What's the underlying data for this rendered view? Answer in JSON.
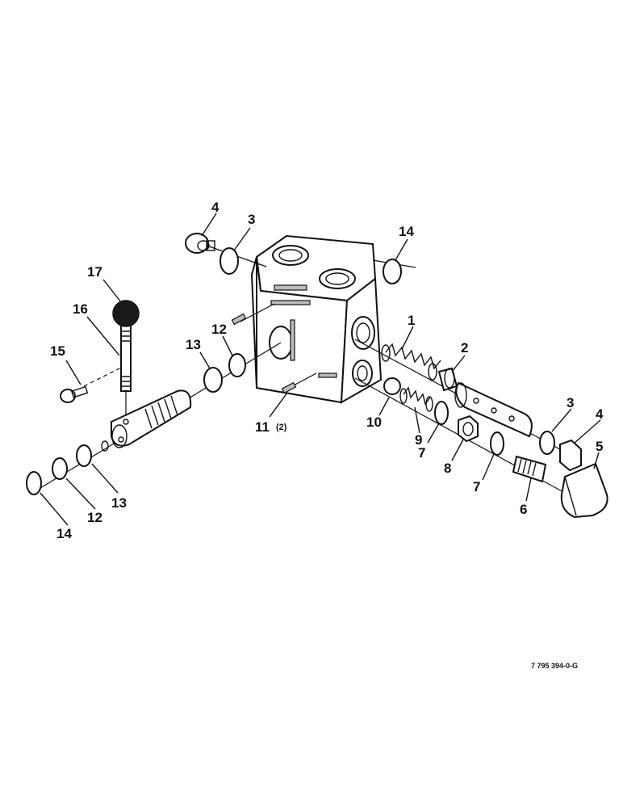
{
  "diagram": {
    "callouts": {
      "c1": "1",
      "c2": "2",
      "c3_top": "3",
      "c3_right": "3",
      "c4_top": "4",
      "c4_right": "4",
      "c5": "5",
      "c6": "6",
      "c7_a": "7",
      "c7_b": "7",
      "c8": "8",
      "c9": "9",
      "c10": "10",
      "c11": "11",
      "c11_qty": "(2)",
      "c12_top": "12",
      "c12_bottom": "12",
      "c13_top": "13",
      "c13_bottom": "13",
      "c14_top": "14",
      "c14_bottom": "14",
      "c15": "15",
      "c16": "16",
      "c17": "17"
    },
    "figure_id": "7 795 394-0-G"
  }
}
